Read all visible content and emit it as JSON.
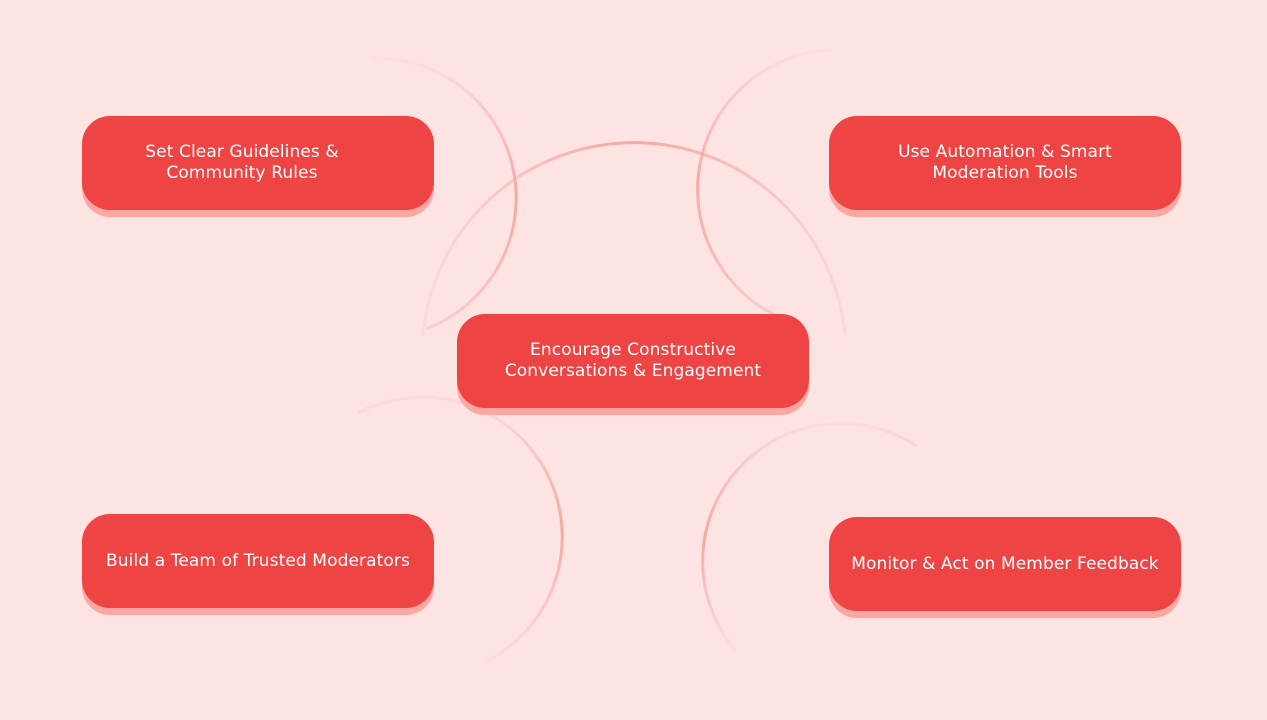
{
  "diagram": {
    "center": {
      "line1": "Encourage Constructive",
      "line2": "Conversations & Engagement"
    },
    "nodes": {
      "top_left": {
        "line1": "Set Clear Guidelines &",
        "line2": "Community Rules"
      },
      "top_right": {
        "line1": "Use Automation & Smart",
        "line2": "Moderation Tools"
      },
      "bottom_left": {
        "line1": "Build a Team of Trusted Moderators"
      },
      "bottom_right": {
        "line1": "Monitor & Act on Member Feedback"
      }
    },
    "colors": {
      "background": "#fde3e1",
      "pill": "#ee4444",
      "pill_shadow": "#fda7a4",
      "arc": "#f6a7a3",
      "text": "#ffffff"
    }
  }
}
